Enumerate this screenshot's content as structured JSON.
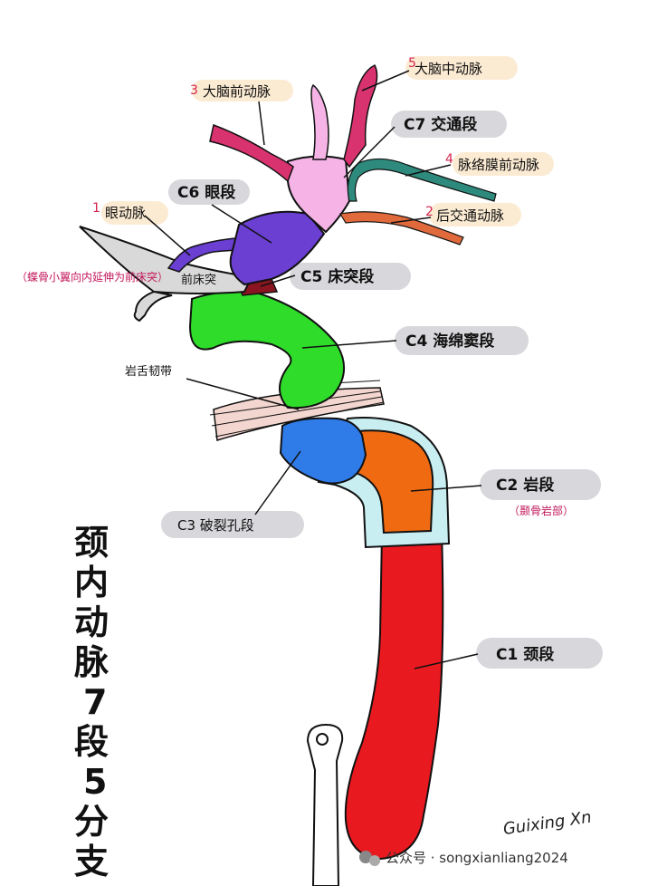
{
  "title_chars": [
    "颈",
    "内",
    "动",
    "脉",
    "7",
    "段",
    "5",
    "分",
    "支"
  ],
  "segments": {
    "c1": "C1 颈段",
    "c2": "C2 岩段",
    "c2_sub": "（颞骨岩部）",
    "c3": "C3 破裂孔段",
    "c4": "C4 海绵窦段",
    "c5": "C5 床突段",
    "c6": "C6 眼段",
    "c7": "C7 交通段"
  },
  "branches": [
    {
      "num": "1",
      "label": "眼动脉"
    },
    {
      "num": "2",
      "label": "后交通动脉"
    },
    {
      "num": "3",
      "label": "大脑前动脉"
    },
    {
      "num": "4",
      "label": "脉络膜前动脉"
    },
    {
      "num": "5",
      "label": "大脑中动脉"
    }
  ],
  "other_labels": {
    "ligament": "岩舌韧带",
    "clinoid_note": "（蝶骨小翼向内延伸为前床突）",
    "clinoid": "前床突"
  },
  "signature": "Guixing Xn",
  "watermark": "公众号 · songxianliang2024",
  "colors": {
    "c1": "#e8191f",
    "c2": "#f06a12",
    "c3": "#2f7be8",
    "c4": "#2fdc2a",
    "c6": "#6a3fd1",
    "c7": "#f5b3e6",
    "branch_pink": "#d9336f",
    "branch_teal": "#2e8a7c",
    "branch_orange": "#e06a3c",
    "canal": "#c8eef2",
    "ligament": "#f3d6cf",
    "clinoid": "#d9d9d9",
    "numbers": "#d4244f"
  }
}
